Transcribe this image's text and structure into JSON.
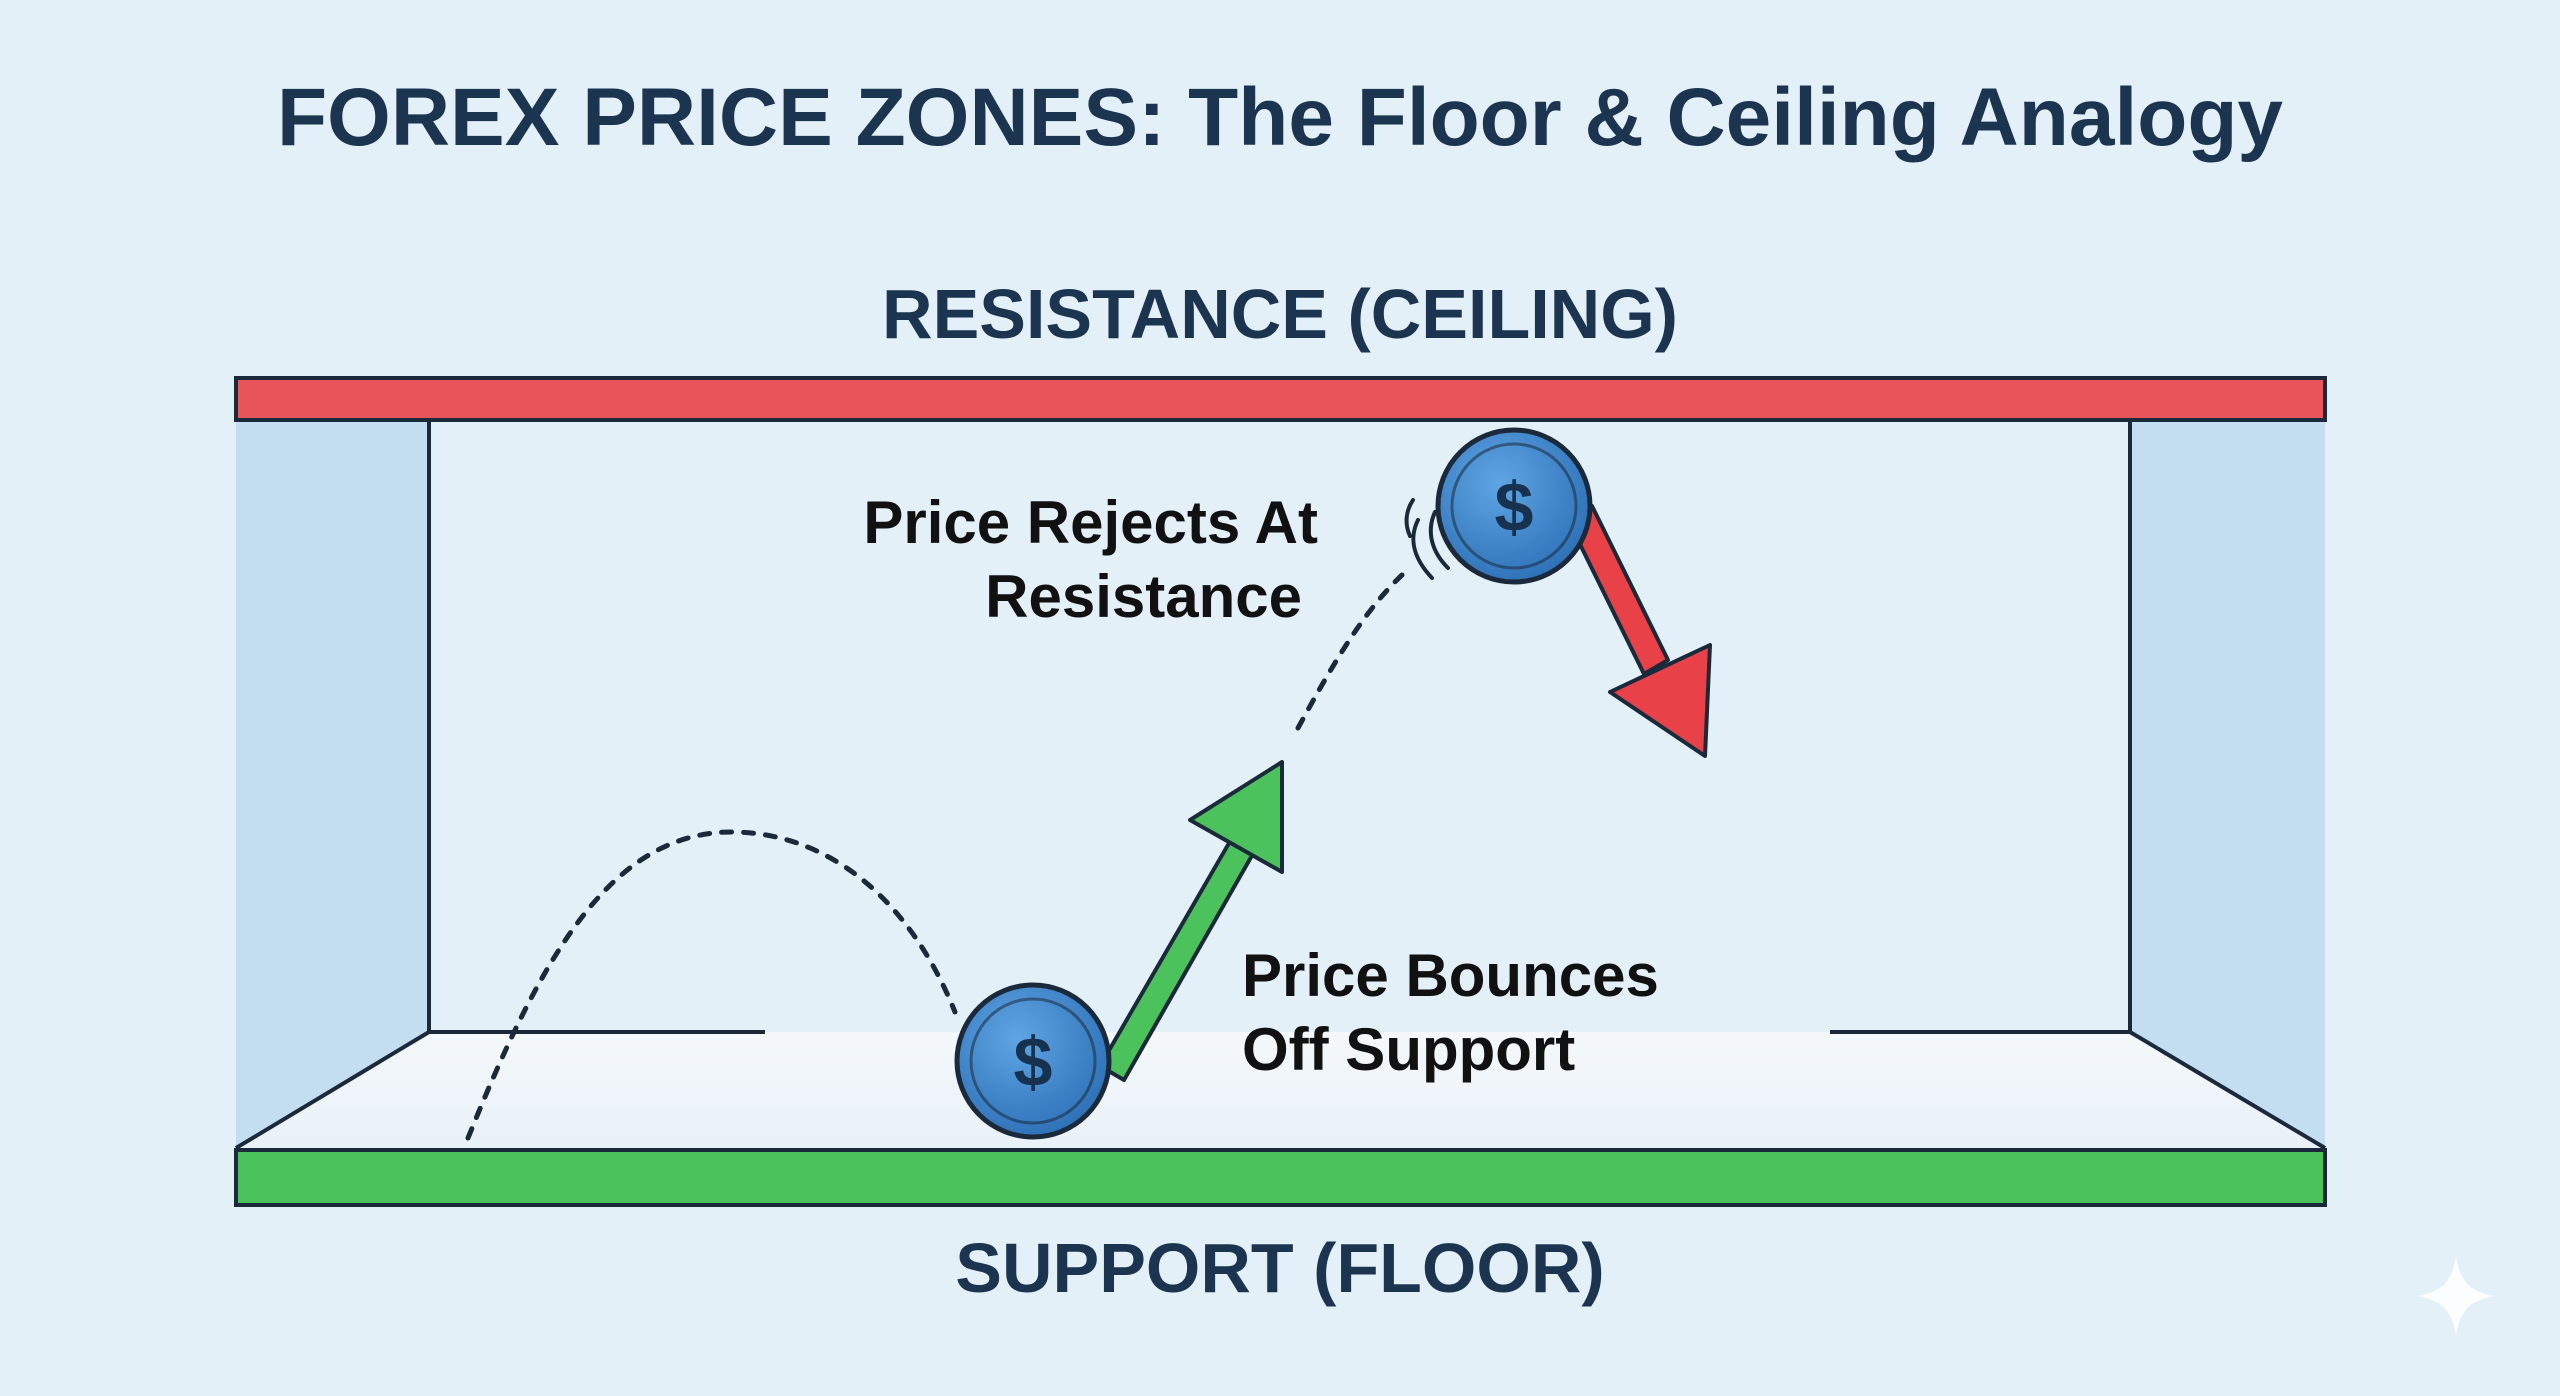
{
  "title": "FOREX PRICE ZONES: The Floor & Ceiling Analogy",
  "labels": {
    "resistance": "RESISTANCE (CEILING)",
    "support": "SUPPORT (FLOOR)",
    "rejects_line1": "Price Rejects At",
    "rejects_line2": "Resistance",
    "bounces_line1": "Price Bounces",
    "bounces_line2": "Off Support"
  },
  "coins": {
    "symbol": "$"
  },
  "icons": {
    "up_arrow": "green-up-arrow-icon",
    "down_arrow": "red-down-arrow-icon",
    "coin": "dollar-coin-icon",
    "sparkle": "sparkle-icon"
  },
  "colors": {
    "background": "#e3f0f8",
    "resistance": "#e8555a",
    "support": "#4cc25c",
    "text": "#1b3450",
    "coin": "#3b82c9",
    "up_arrow": "#4cc25c",
    "down_arrow": "#e84147"
  }
}
